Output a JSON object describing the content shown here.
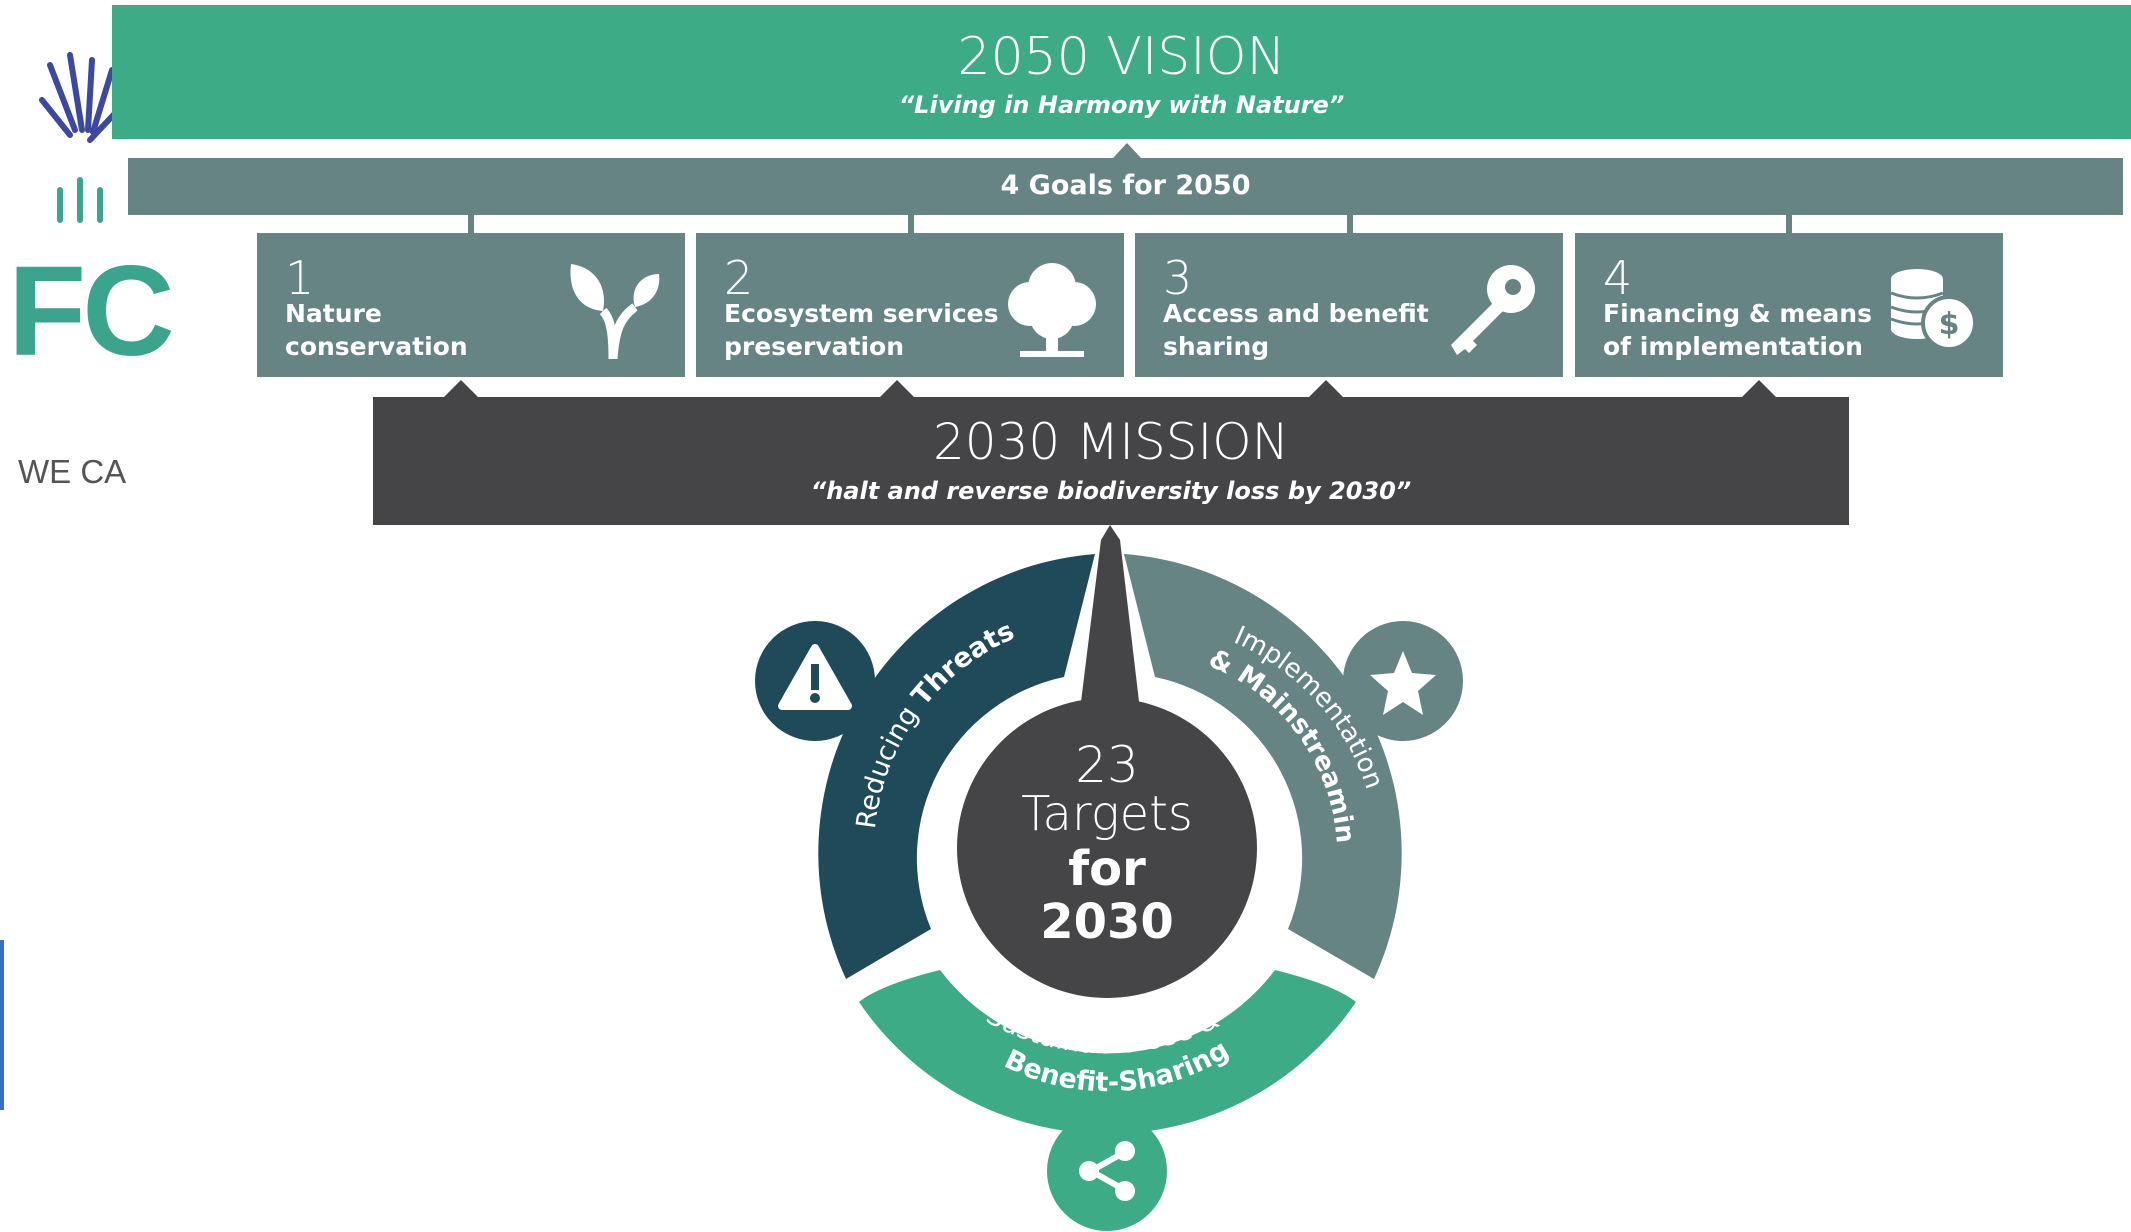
{
  "background_page": {
    "logo_text": "FC",
    "tagline": "WE CA"
  },
  "vision": {
    "title": "2050 VISION",
    "subtitle": "“Living in Harmony with Nature”"
  },
  "goals_bar": {
    "label": "4 Goals for 2050"
  },
  "goals": [
    {
      "number": "1",
      "label": "Nature\nconservation",
      "icon": "sprout-icon"
    },
    {
      "number": "2",
      "label": "Ecosystem services\npreservation",
      "icon": "tree-icon"
    },
    {
      "number": "3",
      "label": "Access and benefit\nsharing",
      "icon": "key-icon"
    },
    {
      "number": "4",
      "label": "Financing & means\nof implementation",
      "icon": "coins-dollar-icon"
    }
  ],
  "mission": {
    "title": "2030 MISSION",
    "subtitle": "“halt and reverse biodiversity loss by 2030”"
  },
  "center": {
    "line1": "23",
    "line2": "Targets",
    "line3": "for",
    "line4": "2030"
  },
  "segments": {
    "reducing": {
      "line1": "Reducing ",
      "line1_bold": "Threats",
      "icon": "warning-icon",
      "color": "#1e4a5a"
    },
    "implementation": {
      "line1": "Implementation",
      "line2": "& Mainstreaming",
      "icon": "star-icon",
      "color": "#668484"
    },
    "sustainable": {
      "line1": "Sustainable Use &",
      "line2": "Benefit-Sharing",
      "icon": "share-icon",
      "color": "#3dab86"
    }
  },
  "colors": {
    "vision": "#3dab86",
    "goals": "#668484",
    "mission": "#454547",
    "center": "#454547"
  }
}
